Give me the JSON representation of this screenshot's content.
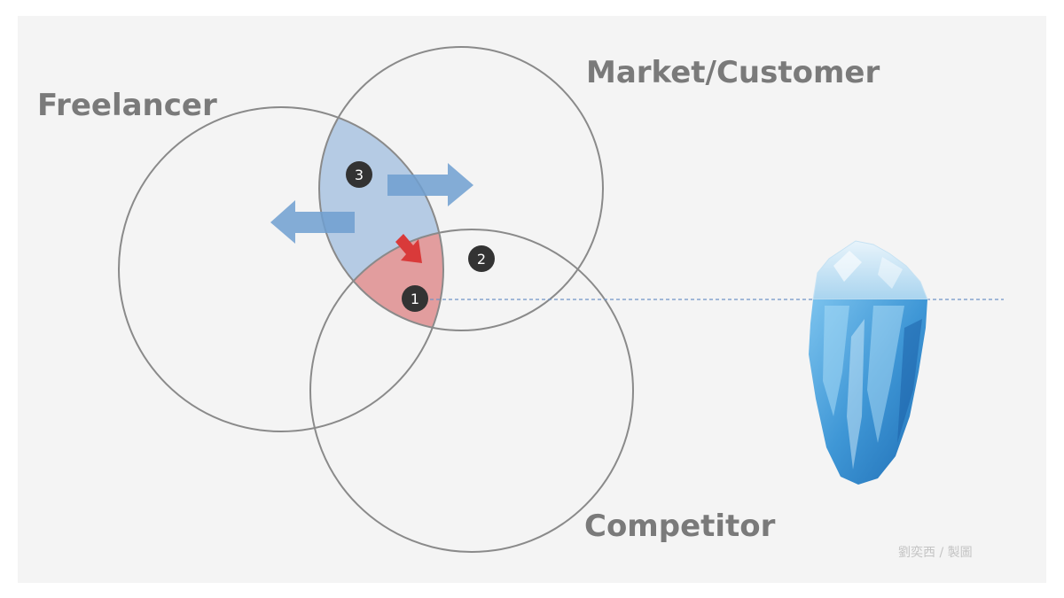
{
  "labels": {
    "freelancer": "Freelancer",
    "market_customer": "Market/Customer",
    "competitor": "Competitor"
  },
  "markers": {
    "m1": "1",
    "m2": "2",
    "m3": "3"
  },
  "credit": "劉奕西 / 製圖",
  "colors": {
    "panel": "#f4f4f4",
    "circle_stroke": "#8a8a8a",
    "overlap_blue": "#a9c3e0",
    "overlap_red": "#e59a9a",
    "arrow_blue": "#6f9fd0",
    "arrow_red": "#d93a3a",
    "marker_fill": "#333333",
    "waterline": "#6f94c6",
    "label_text": "#7a7a7a",
    "iceberg": "#4aa0dc"
  },
  "icons": [
    "iceberg-icon",
    "arrow-left-icon",
    "arrow-right-icon",
    "arrow-down-right-icon"
  ]
}
